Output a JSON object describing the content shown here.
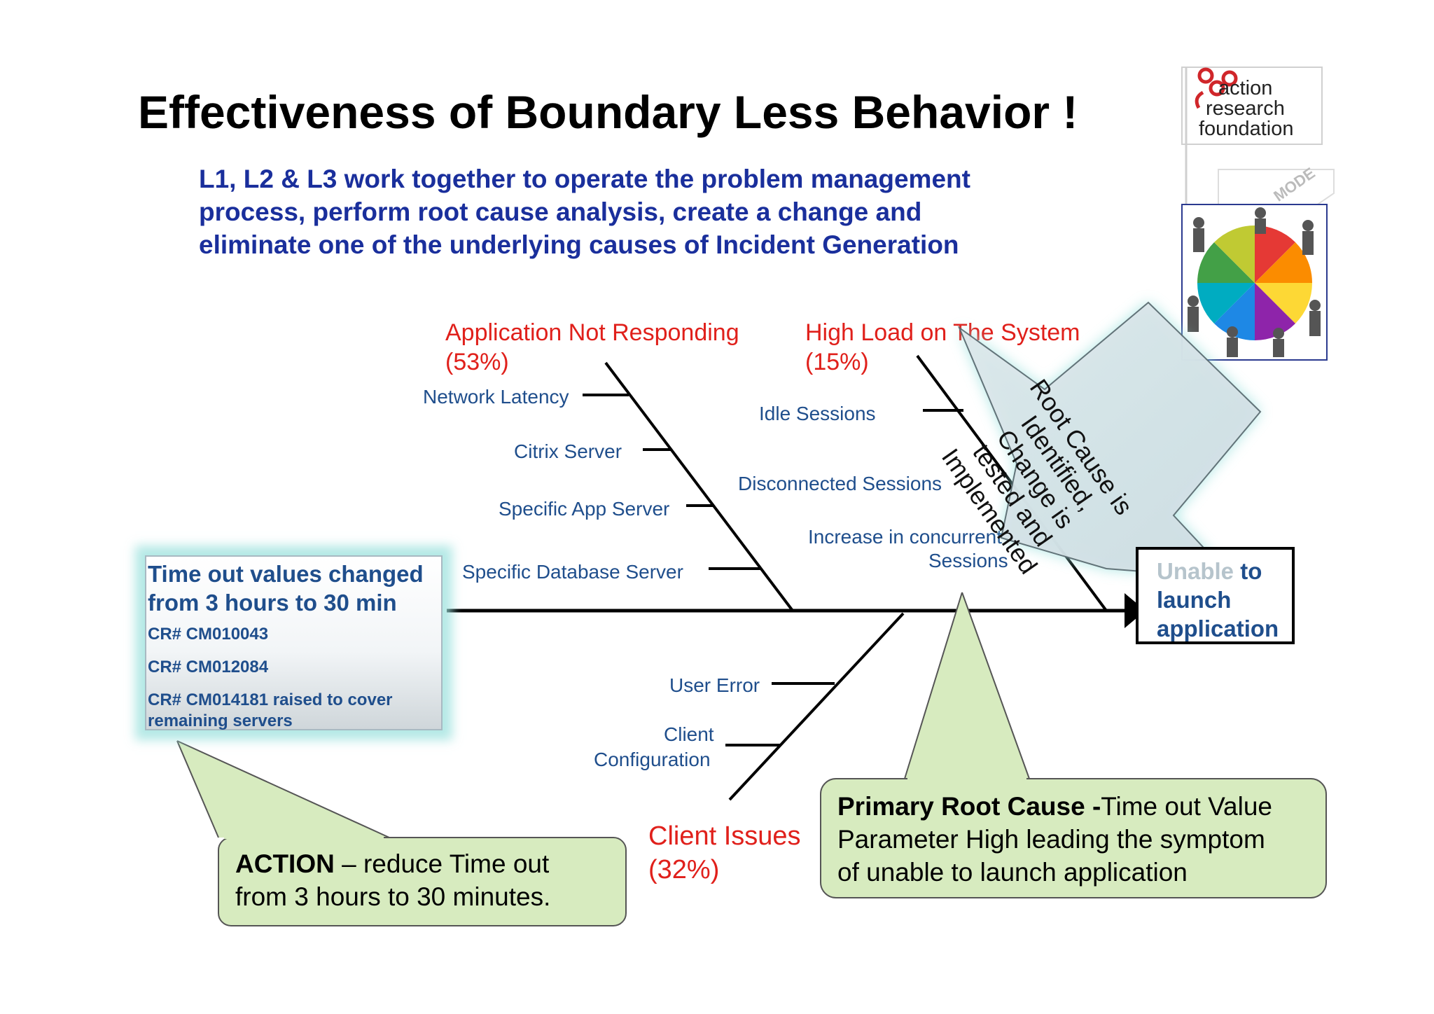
{
  "title": "Effectiveness of Boundary Less Behavior !",
  "subtitle": "L1, L2 & L3 work together to operate the problem management process, perform root cause analysis, create a change and eliminate one of the underlying causes of Incident Generation",
  "logo": {
    "line1": "action",
    "line2": "research",
    "line3": "foundation",
    "badge": "MODE"
  },
  "fishbone": {
    "effect": {
      "hidden_part": "Unable",
      "line1": " to",
      "line2": "launch",
      "line3": "application"
    },
    "categories": {
      "app": {
        "label": "Application Not Responding",
        "pct": "(53%)"
      },
      "load": {
        "label": "High Load on The System",
        "pct": "(15%)"
      },
      "client": {
        "label": "Client Issues",
        "pct": "(32%)"
      }
    },
    "causes": {
      "network": "Network Latency",
      "citrix": "Citrix Server",
      "specific_app": "Specific App Server",
      "specific_db": "Specific Database Server",
      "idle": "Idle Sessions",
      "disconnected": "Disconnected Sessions",
      "increase1": "Increase in concurrent",
      "increase2": "Sessions",
      "user_error": "User Error",
      "client_config1": "Client",
      "client_config2": "Configuration"
    }
  },
  "action_box": {
    "head1": "Time out values changed",
    "head2": "from 3 hours to 30  min",
    "cr1": "CR# CM010043",
    "cr2": "CR# CM012084",
    "cr3": "CR# CM014181  raised to cover",
    "cr3b": "remaining  servers"
  },
  "callouts": {
    "action_bold": "ACTION",
    "action_rest": "  –  reduce Time out",
    "action_line2": "from 3 hours to 30 minutes.",
    "primary_bold": "Primary Root Cause -",
    "primary_rest": "Time out Value",
    "primary_line2": "Parameter High leading the symptom",
    "primary_line3": "of unable to launch application"
  },
  "arrow_callout": {
    "line1": "Root Cause is",
    "line2": "Identified,",
    "line3": "Change is",
    "line4": "tested and",
    "line5": "Implemented"
  },
  "colors": {
    "title": "#000000",
    "subtitle": "#1a2f9c",
    "category": "#e0201b",
    "cause": "#1f4e8c",
    "callout_fill": "#d7ebbf",
    "glow": "#9ce1de"
  }
}
